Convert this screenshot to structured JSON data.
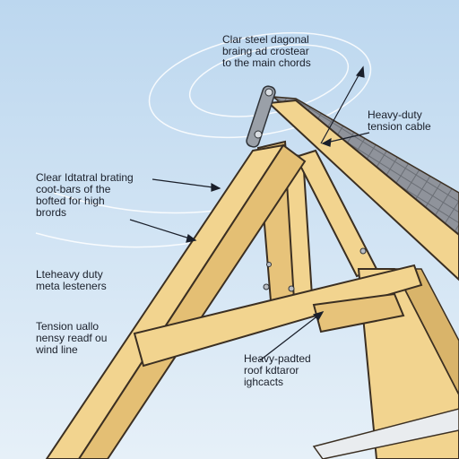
{
  "colors": {
    "sky_top": "#bcd7ef",
    "sky_bottom": "#e6f0f8",
    "timber": "#f2d48f",
    "timber_shadow": "#d9b46a",
    "outline": "#3b2f22",
    "shingles": "#8f939b",
    "cable": "#6d7179",
    "text": "#1a1f2a"
  },
  "labels": {
    "top_bracing": "Clar steel dagonal\nbraing ad crostear\nto the main chords",
    "tension_cable": "Heavy-duty\ntension cable",
    "lateral_bracing": "Clear Idtatral brating\ncoot-bars of the\nbofted for high\nbrords",
    "fasteners": "Lteheavy duty\nmeta lesteners",
    "wind_line": "Tension uallo\nnensy readf ou\nwind line",
    "roof_connectors": "Heavy-padted\nroof kdtaror\nighcacts"
  }
}
